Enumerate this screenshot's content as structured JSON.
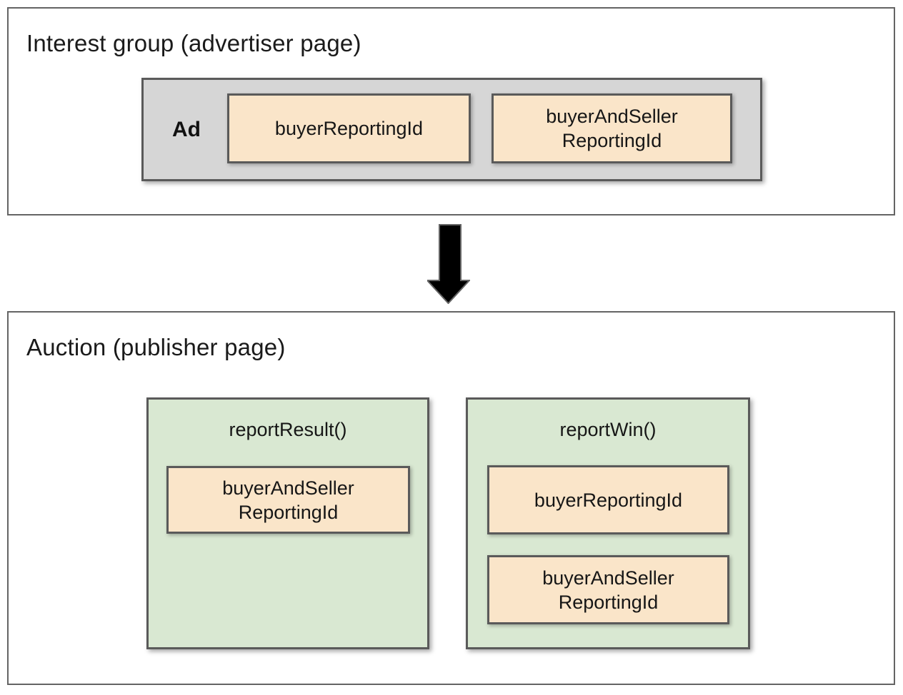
{
  "colors": {
    "chip_fill": "#fae5c9",
    "function_fill": "#d9e8d2",
    "ad_fill": "#d6d6d6",
    "border": "#5a5a5a",
    "outer_border": "#646464",
    "arrow_fill": "#000000",
    "text": "#1a1a1a"
  },
  "interest_group": {
    "title": "Interest group (advertiser page)",
    "ad": {
      "label": "Ad",
      "chips": [
        {
          "label": "buyerReportingId"
        },
        {
          "label": "buyerAndSeller\nReportingId"
        }
      ]
    }
  },
  "arrow": {
    "icon": "down-arrow"
  },
  "auction": {
    "title": "Auction (publisher page)",
    "functions": [
      {
        "name": "reportResult()",
        "chips": [
          {
            "label": "buyerAndSeller\nReportingId"
          }
        ]
      },
      {
        "name": "reportWin()",
        "chips": [
          {
            "label": "buyerReportingId"
          },
          {
            "label": "buyerAndSeller\nReportingId"
          }
        ]
      }
    ]
  }
}
